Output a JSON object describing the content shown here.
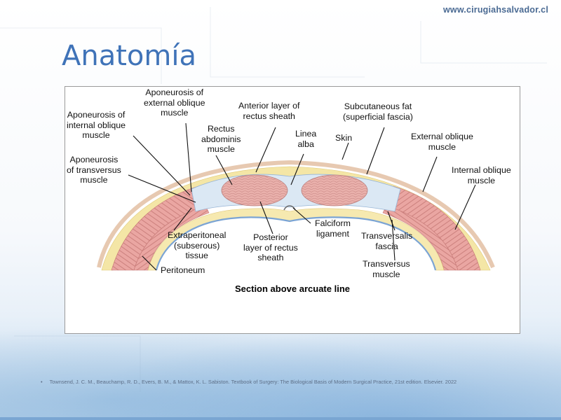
{
  "header": {
    "website": "www.cirugiahsalvador.cl"
  },
  "slide": {
    "title": "Anatomía"
  },
  "diagram": {
    "caption": "Section above arcuate line",
    "labels": {
      "aponeurosis_external_oblique": "Aponeurosis of\nexternal oblique\nmuscle",
      "aponeurosis_internal_oblique": "Aponeurosis of\ninternal oblique\nmuscle",
      "aponeurosis_transversus": "Aponeurosis\nof transversus\nmuscle",
      "rectus_abdominis": "Rectus\nabdominis\nmuscle",
      "anterior_rectus_sheath": "Anterior layer of\nrectus sheath",
      "linea_alba": "Linea\nalba",
      "subcutaneous_fat": "Subcutaneous fat\n(superficial fascia)",
      "skin": "Skin",
      "external_oblique": "External oblique\nmuscle",
      "internal_oblique": "Internal oblique\nmuscle",
      "extraperitoneal": "Extraperitoneal\n(subserous)\ntissue",
      "posterior_rectus_sheath": "Posterior\nlayer of rectus\nsheath",
      "falciform": "Falciform\nligament",
      "transversalis_fascia": "Transversalis\nfascia",
      "transversus": "Transversus\nmuscle",
      "peritoneum": "Peritoneum"
    }
  },
  "footer": {
    "bullet": "•",
    "reference": "Townsend, J. C. M., Beauchamp, R. D., Evers, B. M., & Mattox, K. L. Sabiston. Textbook of Surgery: The Biological Basis of Modern Surgical Practice, 21st edition. Elsevier. 2022"
  },
  "colors": {
    "title": "#3f73b8",
    "fat": "#f4e6a6",
    "muscle": "#e9a9a6",
    "sheath": "#dbe8f4",
    "peritoneum": "#7ba4d4"
  }
}
